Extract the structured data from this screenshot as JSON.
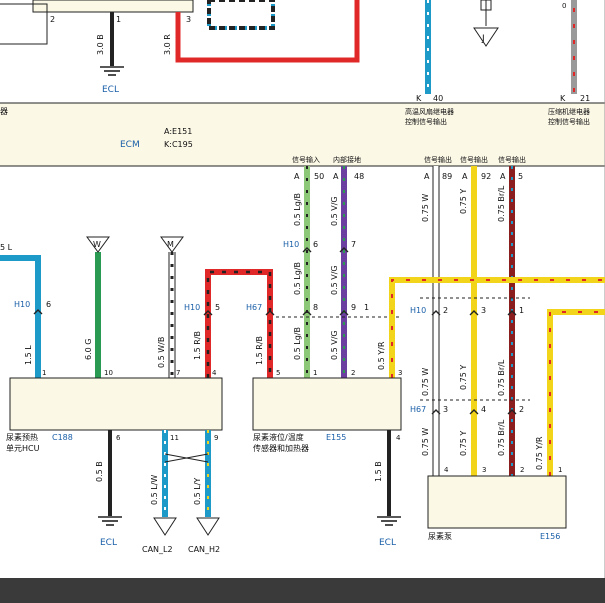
{
  "top": {
    "left_pins": [
      "2",
      "1",
      "3"
    ],
    "ecl_wire": "3.0 B",
    "ecl_label": "ECL",
    "red_wire": "3.0 R",
    "blue_pin_prefix": "K",
    "blue_pin": "40",
    "gray_pin_prefix": "K",
    "gray_pin": "21",
    "j_label": "J",
    "gray_top_label": "0"
  },
  "ecm": {
    "left_text": "器",
    "name": "ECM",
    "connA": "A:E151",
    "connK": "K:C195",
    "fan_label_1": "高温风扇继电器",
    "fan_label_2": "控制信号输出",
    "comp_label_1": "压缩机继电器",
    "comp_label_2": "控制信号输出"
  },
  "ecm_pins": {
    "sig_in": "信号输入",
    "internal": "内部接地",
    "out1": "信号输出",
    "out2": "信号输出",
    "out3": "信号输出",
    "a": "A",
    "p50": "50",
    "p48": "48",
    "p89": "89",
    "p92": "92",
    "p5": "5"
  },
  "wires": {
    "lgb": "0.5 Lg/B",
    "vg": "0.5 V/G",
    "w075": "0.75 W",
    "y075": "0.75 Y",
    "brl075": "0.75 Br/L",
    "yr075": "0.75 Y/R",
    "l15": "1.5 L",
    "l15_top": "5 L",
    "g60": "6.0 G",
    "wb05": "0.5 W/B",
    "rb15a": "1.5 R/B",
    "rb15b": "1.5 R/B",
    "yr05": "0.5 Y/R",
    "b05": "0.5 B",
    "b15": "1.5 B",
    "lw05": "0.5 L/W",
    "ly05": "0.5 L/Y"
  },
  "connectors": {
    "h10": "H10",
    "h67": "H67",
    "six": "6",
    "seven": "7",
    "eight": "8",
    "nine": "9",
    "one": "1",
    "two": "2",
    "three": "3",
    "four": "4",
    "five": "5",
    "ten": "10",
    "eleven": "11"
  },
  "markers": {
    "w": "W",
    "m": "M"
  },
  "hcu": {
    "name_1": "尿素预热",
    "name_2": "单元HCU",
    "code": "C188"
  },
  "sensor": {
    "name_1": "尿素液位/温度",
    "name_2": "传感器和加热器",
    "code": "E155"
  },
  "pump": {
    "name": "尿素泵",
    "code": "E156"
  },
  "bottom": {
    "ecl_1": "ECL",
    "ecl_2": "ECL",
    "can_l": "CAN_L2",
    "can_h": "CAN_H2"
  },
  "colors": {
    "red": "#e02828",
    "black": "#222222",
    "blue": "#1e9ac8",
    "green": "#2a9a52",
    "light_green": "#8cc878",
    "purple": "#6a3fa0",
    "yellow": "#f2d51a",
    "brown": "#8a1e1e",
    "gray": "#9a9a9a",
    "band": "#fbf8e6"
  }
}
